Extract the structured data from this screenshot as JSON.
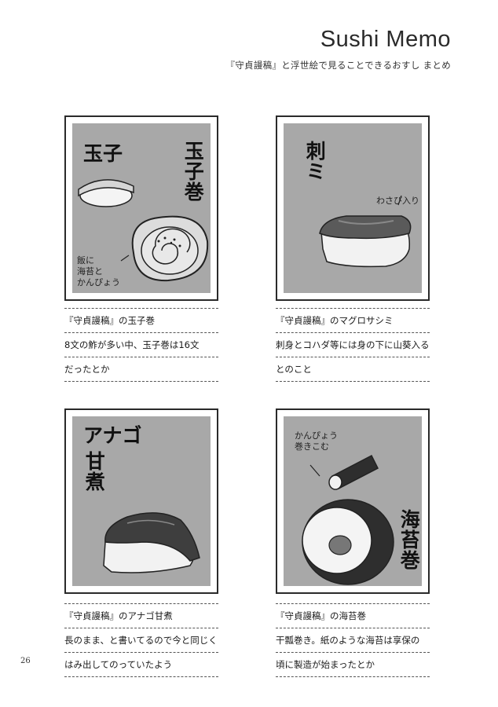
{
  "header": {
    "title": "Sushi Memo",
    "subtitle": "『守貞謾稿』と浮世絵で見ることできるおすし まとめ"
  },
  "cards": [
    {
      "label_main": "玉子",
      "label_vertical": "玉子巻",
      "note": "飯に\n海苔と\nかんぴょう",
      "caption": [
        "『守貞謾稿』の玉子巻",
        "8文の鮓が多い中、玉子巻は16文",
        "だったとか"
      ]
    },
    {
      "label_vertical": "刺ミ",
      "note": "わさび入り",
      "caption": [
        "『守貞謾稿』のマグロサシミ",
        "刺身とコハダ等には身の下に山葵入る",
        "とのこと"
      ]
    },
    {
      "label_main": "アナゴ",
      "label_vertical": "甘煮",
      "caption": [
        "『守貞謾稿』のアナゴ甘煮",
        "長のまま、と書いてるので今と同じく",
        "はみ出してのっていたよう"
      ]
    },
    {
      "label_vertical": "海苔巻",
      "note": "かんぴょう\n巻きこむ",
      "caption": [
        "『守貞謾稿』の海苔巻",
        "干瓢巻き。紙のような海苔は享保の",
        "頃に製造が始まったとか"
      ]
    }
  ],
  "page_number": "26"
}
